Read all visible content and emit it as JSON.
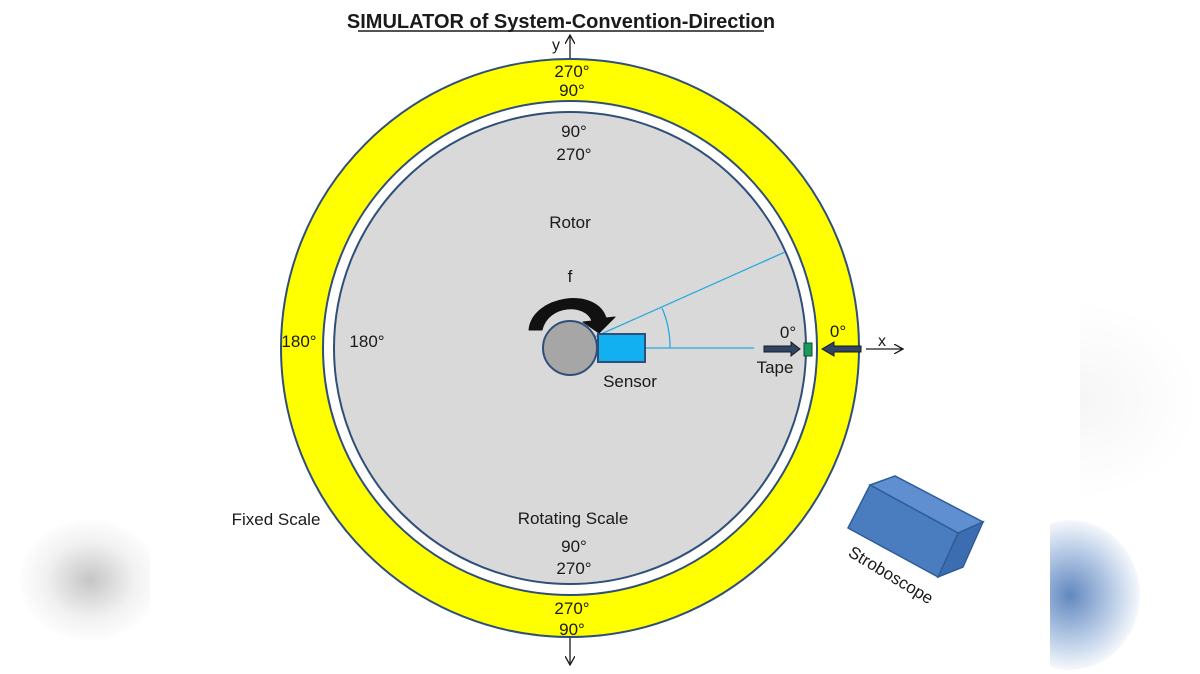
{
  "title": "SIMULATOR of System-Convention-Direction",
  "axes": {
    "y_label": "y",
    "x_label": "x"
  },
  "fixed_scale": {
    "name": "Fixed Scale",
    "top_outer": "270°",
    "top_inner": "90°",
    "left": "180°",
    "right": "0°",
    "bottom_outer": "270°",
    "bottom_inner": "90°",
    "color": "#ffff00"
  },
  "rotor": {
    "name": "Rotor",
    "rotating_scale_name": "Rotating Scale",
    "top_outer": "90°",
    "top_inner": "270°",
    "left": "180°",
    "right": "0°",
    "bottom_outer": "90°",
    "bottom_inner": "270°",
    "color": "#d9d9d9"
  },
  "rotation_label": "f",
  "sensor_label": "Sensor",
  "tape_label": "Tape",
  "stroboscope_label": "Stroboscope",
  "colors": {
    "sensor": "#12b0f0",
    "tape": "#1a9a5a",
    "stroboscope": "#4a7cc0",
    "line": "#29a8e0"
  }
}
